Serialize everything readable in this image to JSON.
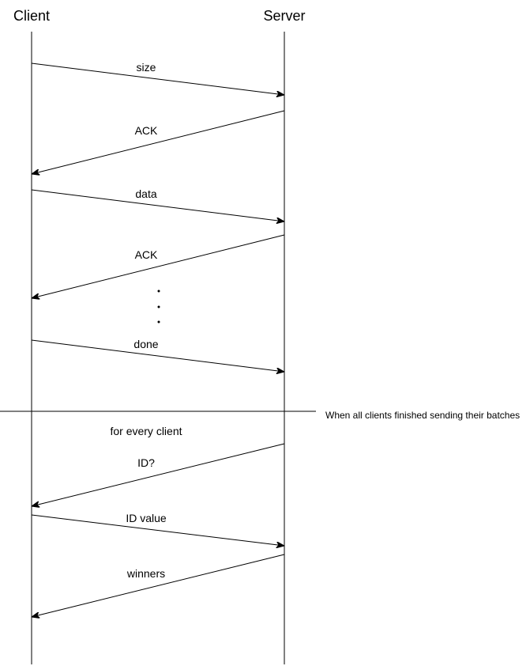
{
  "actors": {
    "client": "Client",
    "server": "Server"
  },
  "messages": [
    {
      "label": "size",
      "direction": "client-to-server"
    },
    {
      "label": "ACK",
      "direction": "server-to-client"
    },
    {
      "label": "data",
      "direction": "client-to-server"
    },
    {
      "label": "ACK",
      "direction": "server-to-client"
    },
    {
      "label": "done",
      "direction": "client-to-server"
    },
    {
      "label": "ID?",
      "direction": "server-to-client"
    },
    {
      "label": "ID value",
      "direction": "client-to-server"
    },
    {
      "label": "winners",
      "direction": "server-to-client"
    }
  ],
  "continuation": {
    "symbol": "⋮",
    "count": 3
  },
  "divider_note": "When all clients finished sending their batches",
  "loop_note": "for every client",
  "colors": {
    "stroke": "#000000",
    "background": "#ffffff"
  }
}
